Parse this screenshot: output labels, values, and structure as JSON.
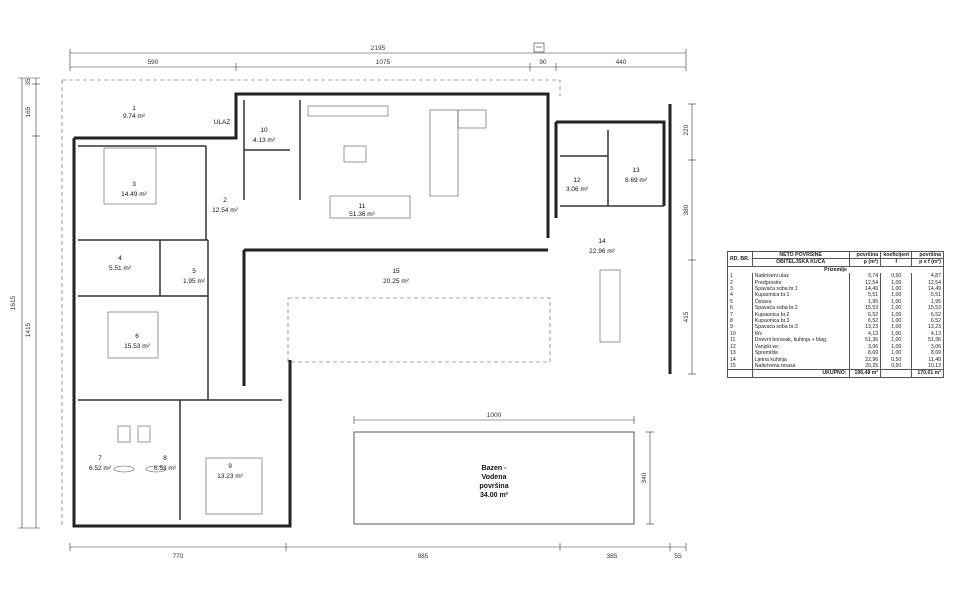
{
  "dimensions": {
    "top_total": "2195",
    "top_segments": [
      "590",
      "1075",
      "90",
      "440"
    ],
    "bottom_segments": [
      "770",
      "985",
      "385",
      "55"
    ],
    "left_outer": "1615",
    "left_inner": "1415",
    "left_top_a": "35",
    "left_top_b": "165",
    "right_segments": [
      "220",
      "380",
      "415"
    ],
    "pool_width": "1000",
    "pool_height": "340"
  },
  "entrance_label": "ULAZ",
  "rooms": [
    {
      "num": "1",
      "area": "9.74 m²"
    },
    {
      "num": "2",
      "area": "12.54 m²"
    },
    {
      "num": "3",
      "area": "14.49 m²"
    },
    {
      "num": "4",
      "area": "5.51 m²"
    },
    {
      "num": "5",
      "area": "1.95 m²"
    },
    {
      "num": "6",
      "area": "15.53 m²"
    },
    {
      "num": "7",
      "area": "6.52 m²"
    },
    {
      "num": "8",
      "area": "6.52 m²"
    },
    {
      "num": "9",
      "area": "13.23 m²"
    },
    {
      "num": "10",
      "area": "4.13 m²"
    },
    {
      "num": "11",
      "area": "51.36 m²"
    },
    {
      "num": "12",
      "area": "3.06 m²"
    },
    {
      "num": "13",
      "area": "8.69 m²"
    },
    {
      "num": "14",
      "area": "22.96 m²"
    },
    {
      "num": "15",
      "area": "20.25 m²"
    }
  ],
  "pool": {
    "line1": "Bazen -",
    "line2": "Vodena",
    "line3": "površina",
    "line4": "34.00 m²"
  },
  "table": {
    "header1": {
      "no": "RD. BR.",
      "name": "NETO POVRŠINE",
      "c1": "površina",
      "c2": "koeficijent",
      "c3": "površina"
    },
    "header2": {
      "name": "OBITELJSKA KUĆA",
      "c1": "p (m²)",
      "c2": "f",
      "c3": "p x f (m²)"
    },
    "section": "Prizemlje",
    "rows": [
      {
        "no": "1",
        "name": "Natkriveni ulaz",
        "p": "9,74",
        "f": "0,50",
        "pf": "4,87"
      },
      {
        "no": "2",
        "name": "Predprostor",
        "p": "12,54",
        "f": "1,00",
        "pf": "12,54"
      },
      {
        "no": "3",
        "name": "Spavaća soba br.1",
        "p": "14,49",
        "f": "1,00",
        "pf": "14,49"
      },
      {
        "no": "4",
        "name": "Kupaonica br.1",
        "p": "5,51",
        "f": "1,00",
        "pf": "5,51"
      },
      {
        "no": "5",
        "name": "Ostava",
        "p": "1,95",
        "f": "1,00",
        "pf": "1,95"
      },
      {
        "no": "6",
        "name": "Spavaća soba br.2",
        "p": "15,53",
        "f": "1,00",
        "pf": "15,53"
      },
      {
        "no": "7",
        "name": "Kupaonica br.2",
        "p": "6,52",
        "f": "1,00",
        "pf": "6,52"
      },
      {
        "no": "8",
        "name": "Kupaonica br.3",
        "p": "6,52",
        "f": "1,00",
        "pf": "6,52"
      },
      {
        "no": "9",
        "name": "Spavaća soba br.3",
        "p": "13,23",
        "f": "1,00",
        "pf": "13,23"
      },
      {
        "no": "10",
        "name": "Wc",
        "p": "4,13",
        "f": "1,00",
        "pf": "4,13"
      },
      {
        "no": "11",
        "name": "Dnevni boravak, kuhinja + blag.",
        "p": "51,36",
        "f": "1,00",
        "pf": "51,36"
      },
      {
        "no": "12",
        "name": "Vanjski wc",
        "p": "3,06",
        "f": "1,00",
        "pf": "3,06"
      },
      {
        "no": "13",
        "name": "Spremište",
        "p": "8,69",
        "f": "1,00",
        "pf": "8,69"
      },
      {
        "no": "14",
        "name": "Ljetna kuhinja",
        "p": "22,96",
        "f": "0,50",
        "pf": "11,48"
      },
      {
        "no": "15",
        "name": "Natkrivena terasa",
        "p": "20,25",
        "f": "0,50",
        "pf": "10,13"
      }
    ],
    "total_label": "UKUPNO:",
    "total_p": "196,48 m²",
    "total_pf": "170,01 m²"
  }
}
